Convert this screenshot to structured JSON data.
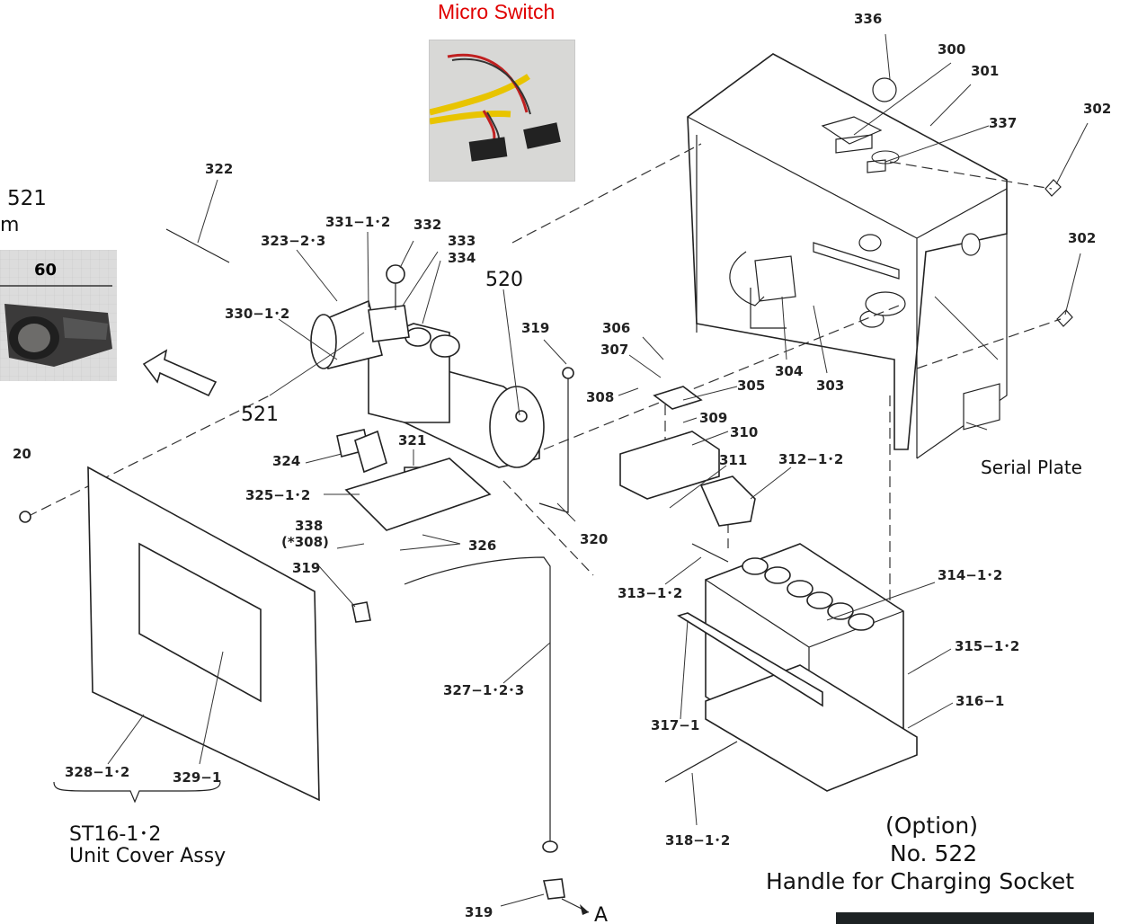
{
  "micro_switch_title": "Micro Switch",
  "left_callout": {
    "number": "521",
    "unit_fragment": "m",
    "dimension": "60"
  },
  "serial_plate": "Serial Plate",
  "unit_cover": {
    "code": "ST16-1･2",
    "name": "Unit Cover Assy"
  },
  "option": {
    "line1": "(Option)",
    "line2": "No. 522",
    "line3": "Handle for Charging Socket"
  },
  "arrow_label": "A",
  "part_numbers": {
    "p336": "336",
    "p300": "300",
    "p301": "301",
    "p337": "337",
    "p302a": "302",
    "p302b": "302",
    "p322": "322",
    "p331": "331−1･2",
    "p332": "332",
    "p333": "333",
    "p334": "334",
    "p323": "323−2･3",
    "p520": "520",
    "p330": "330−1･2",
    "p319a": "319",
    "p306": "306",
    "p307": "307",
    "p308": "308",
    "p305": "305",
    "p304": "304",
    "p303": "303",
    "p521": "521",
    "p309": "309",
    "p310": "310",
    "p20": "20",
    "p324": "324",
    "p321": "321",
    "p311": "311",
    "p312": "312−1･2",
    "p325": "325−1･2",
    "p320": "320",
    "p338": "338",
    "p338b": "(*308)",
    "p326": "326",
    "p319b": "319",
    "p313": "313−1･2",
    "p314": "314−1･2",
    "p315": "315−1･2",
    "p327": "327−1･2･3",
    "p316": "316−1",
    "p317": "317−1",
    "p328": "328−1･2",
    "p329": "329−1",
    "p318": "318−1･2",
    "p319c": "319"
  }
}
